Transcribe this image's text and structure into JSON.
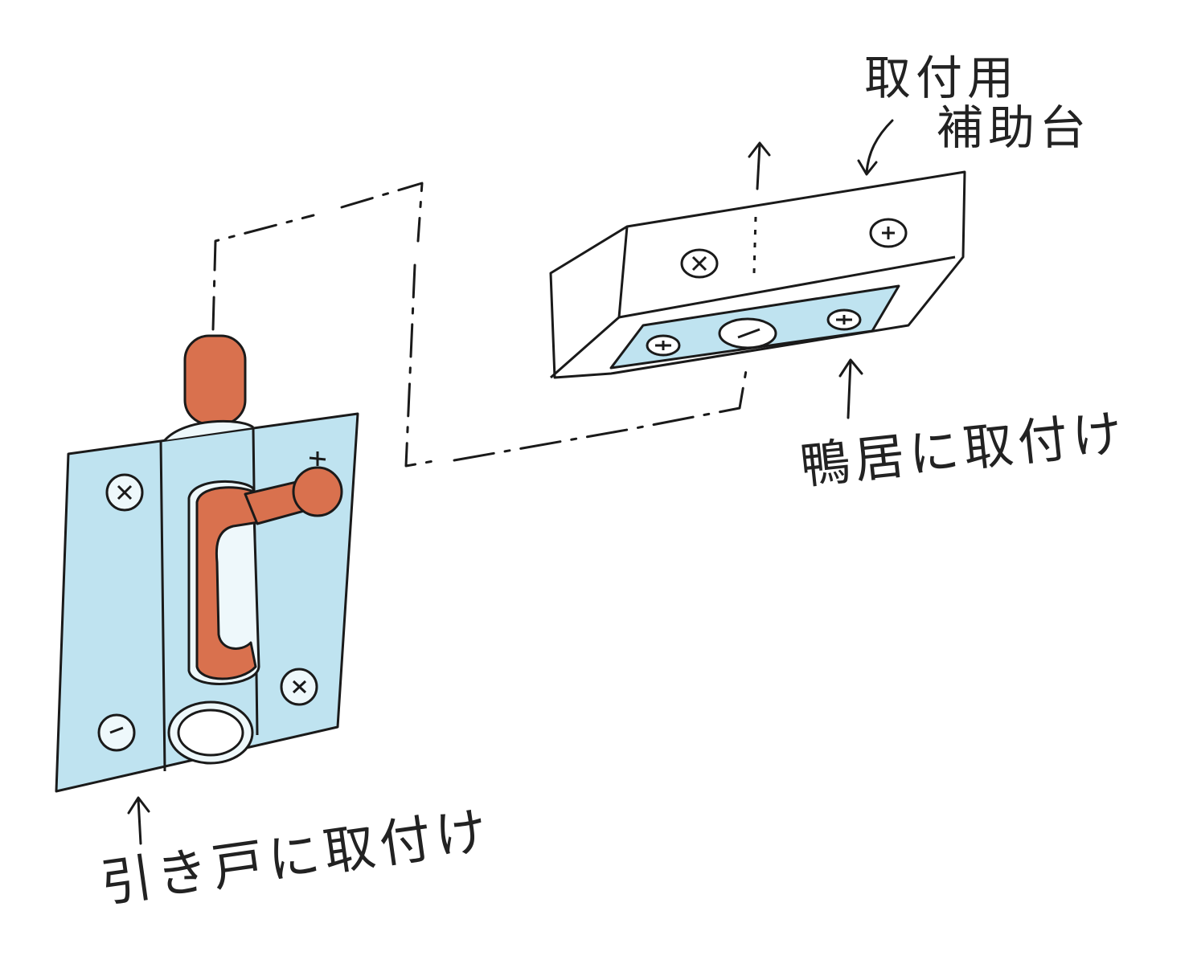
{
  "labels": {
    "support_block_line1": "取付用",
    "support_block_line2": "補助台",
    "lintel_mount": "鴨居に取付け",
    "sliding_door_mount": "引き戸に取付け"
  },
  "colors": {
    "plate_blue": "#bfe3f0",
    "bolt_red": "#d9714e",
    "ink": "#1a1a1a"
  }
}
